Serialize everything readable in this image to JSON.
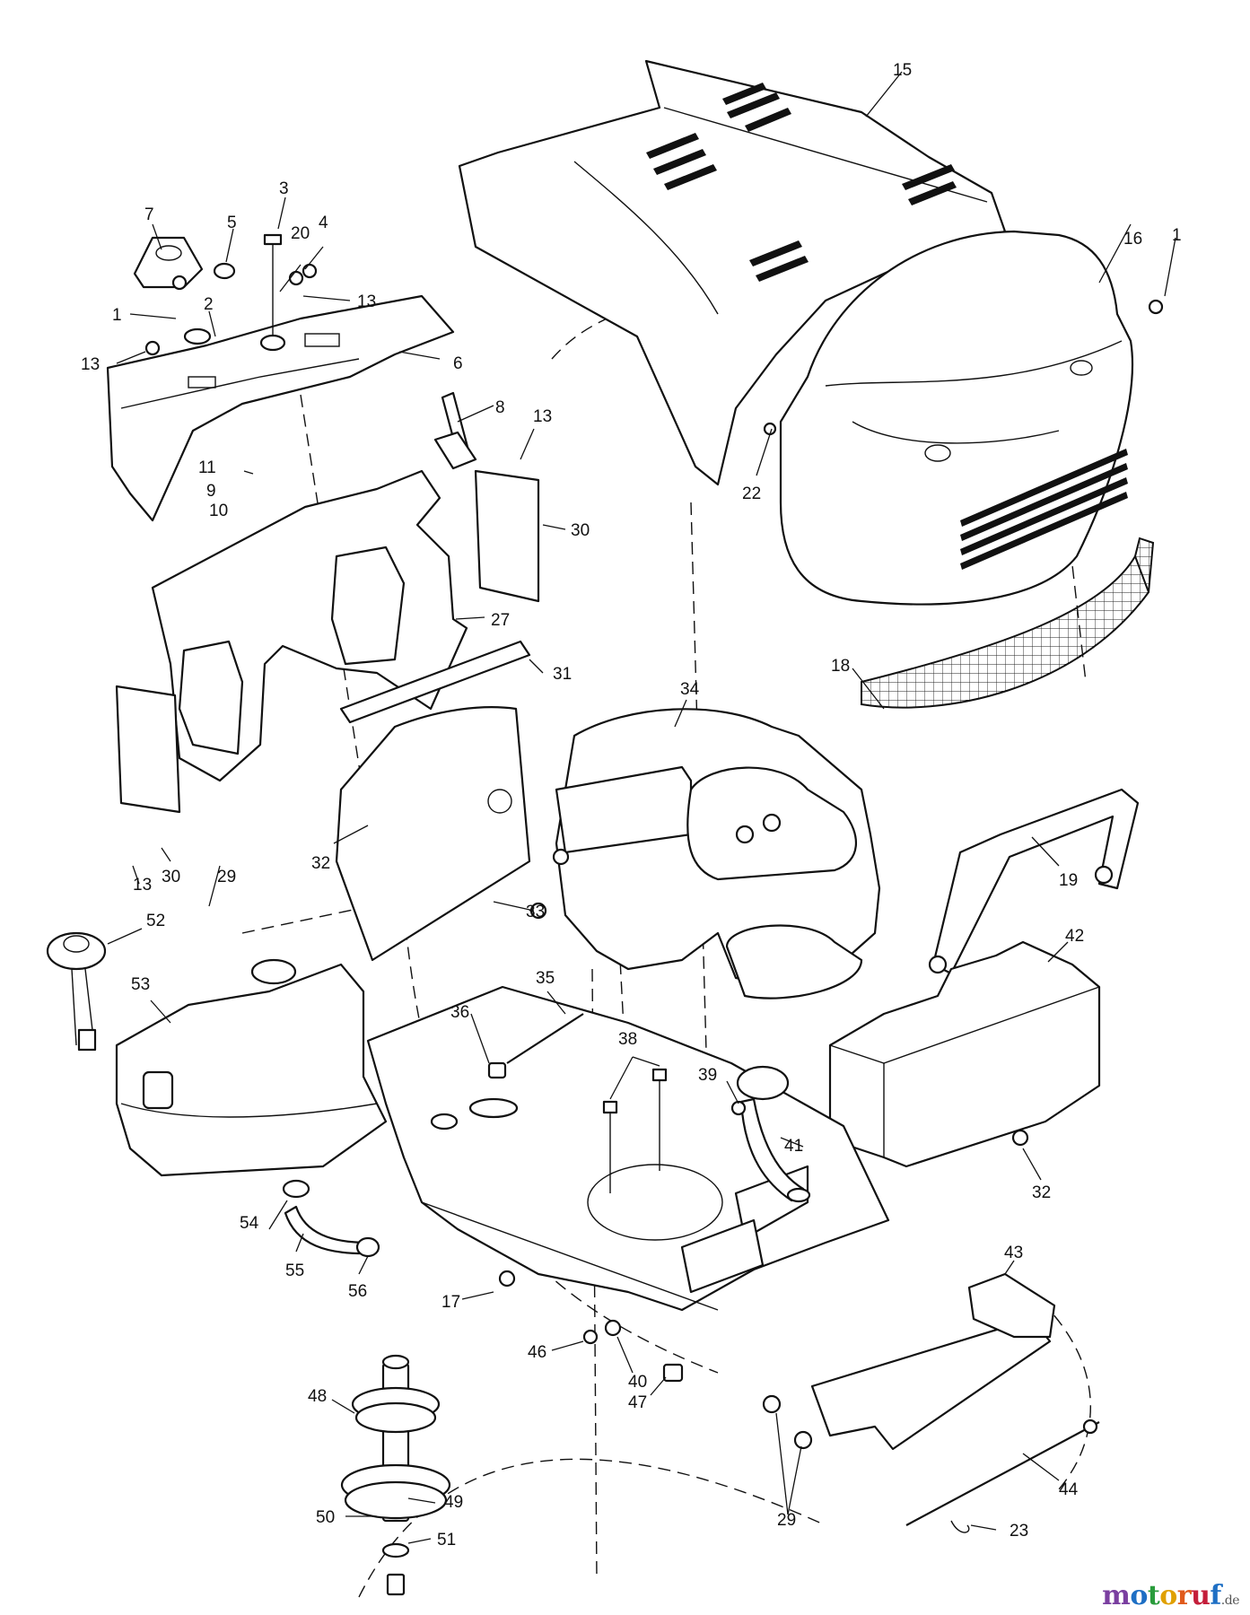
{
  "callouts": [
    {
      "id": "c15",
      "label": "15"
    },
    {
      "id": "c16",
      "label": "16"
    },
    {
      "id": "c1a",
      "label": "1"
    },
    {
      "id": "c22",
      "label": "22"
    },
    {
      "id": "c7",
      "label": "7"
    },
    {
      "id": "c5",
      "label": "5"
    },
    {
      "id": "c3",
      "label": "3"
    },
    {
      "id": "c20",
      "label": "20"
    },
    {
      "id": "c4",
      "label": "4"
    },
    {
      "id": "c13a",
      "label": "13"
    },
    {
      "id": "c1b",
      "label": "1"
    },
    {
      "id": "c2",
      "label": "2"
    },
    {
      "id": "c13b",
      "label": "13"
    },
    {
      "id": "c6",
      "label": "6"
    },
    {
      "id": "c8",
      "label": "8"
    },
    {
      "id": "c13c",
      "label": "13"
    },
    {
      "id": "c11",
      "label": "11"
    },
    {
      "id": "c9",
      "label": "9"
    },
    {
      "id": "c10",
      "label": "10"
    },
    {
      "id": "c30a",
      "label": "30"
    },
    {
      "id": "c27",
      "label": "27"
    },
    {
      "id": "c31",
      "label": "31"
    },
    {
      "id": "c18",
      "label": "18"
    },
    {
      "id": "c34",
      "label": "34"
    },
    {
      "id": "c19",
      "label": "19"
    },
    {
      "id": "c30b",
      "label": "30"
    },
    {
      "id": "c13d",
      "label": "13"
    },
    {
      "id": "c29a",
      "label": "29"
    },
    {
      "id": "c32a",
      "label": "32"
    },
    {
      "id": "c33",
      "label": "33"
    },
    {
      "id": "c52",
      "label": "52"
    },
    {
      "id": "c53",
      "label": "53"
    },
    {
      "id": "c42",
      "label": "42"
    },
    {
      "id": "c35",
      "label": "35"
    },
    {
      "id": "c36",
      "label": "36"
    },
    {
      "id": "c38",
      "label": "38"
    },
    {
      "id": "c39",
      "label": "39"
    },
    {
      "id": "c41",
      "label": "41"
    },
    {
      "id": "c32b",
      "label": "32"
    },
    {
      "id": "c54",
      "label": "54"
    },
    {
      "id": "c55",
      "label": "55"
    },
    {
      "id": "c56",
      "label": "56"
    },
    {
      "id": "c17",
      "label": "17"
    },
    {
      "id": "c43",
      "label": "43"
    },
    {
      "id": "c46",
      "label": "46"
    },
    {
      "id": "c40",
      "label": "40"
    },
    {
      "id": "c47",
      "label": "47"
    },
    {
      "id": "c48",
      "label": "48"
    },
    {
      "id": "c44",
      "label": "44"
    },
    {
      "id": "c29b",
      "label": "29"
    },
    {
      "id": "c49",
      "label": "49"
    },
    {
      "id": "c50",
      "label": "50"
    },
    {
      "id": "c51",
      "label": "51"
    },
    {
      "id": "c23",
      "label": "23"
    }
  ],
  "watermark": {
    "letters": [
      "m",
      "o",
      "t",
      "o",
      "r",
      "u",
      "f"
    ],
    "colors": [
      "#7a3fa0",
      "#1e6fc4",
      "#2a9c3c",
      "#e0a000",
      "#e05a1c",
      "#c41e3a",
      "#1e6fc4"
    ],
    "tld": ".de"
  }
}
